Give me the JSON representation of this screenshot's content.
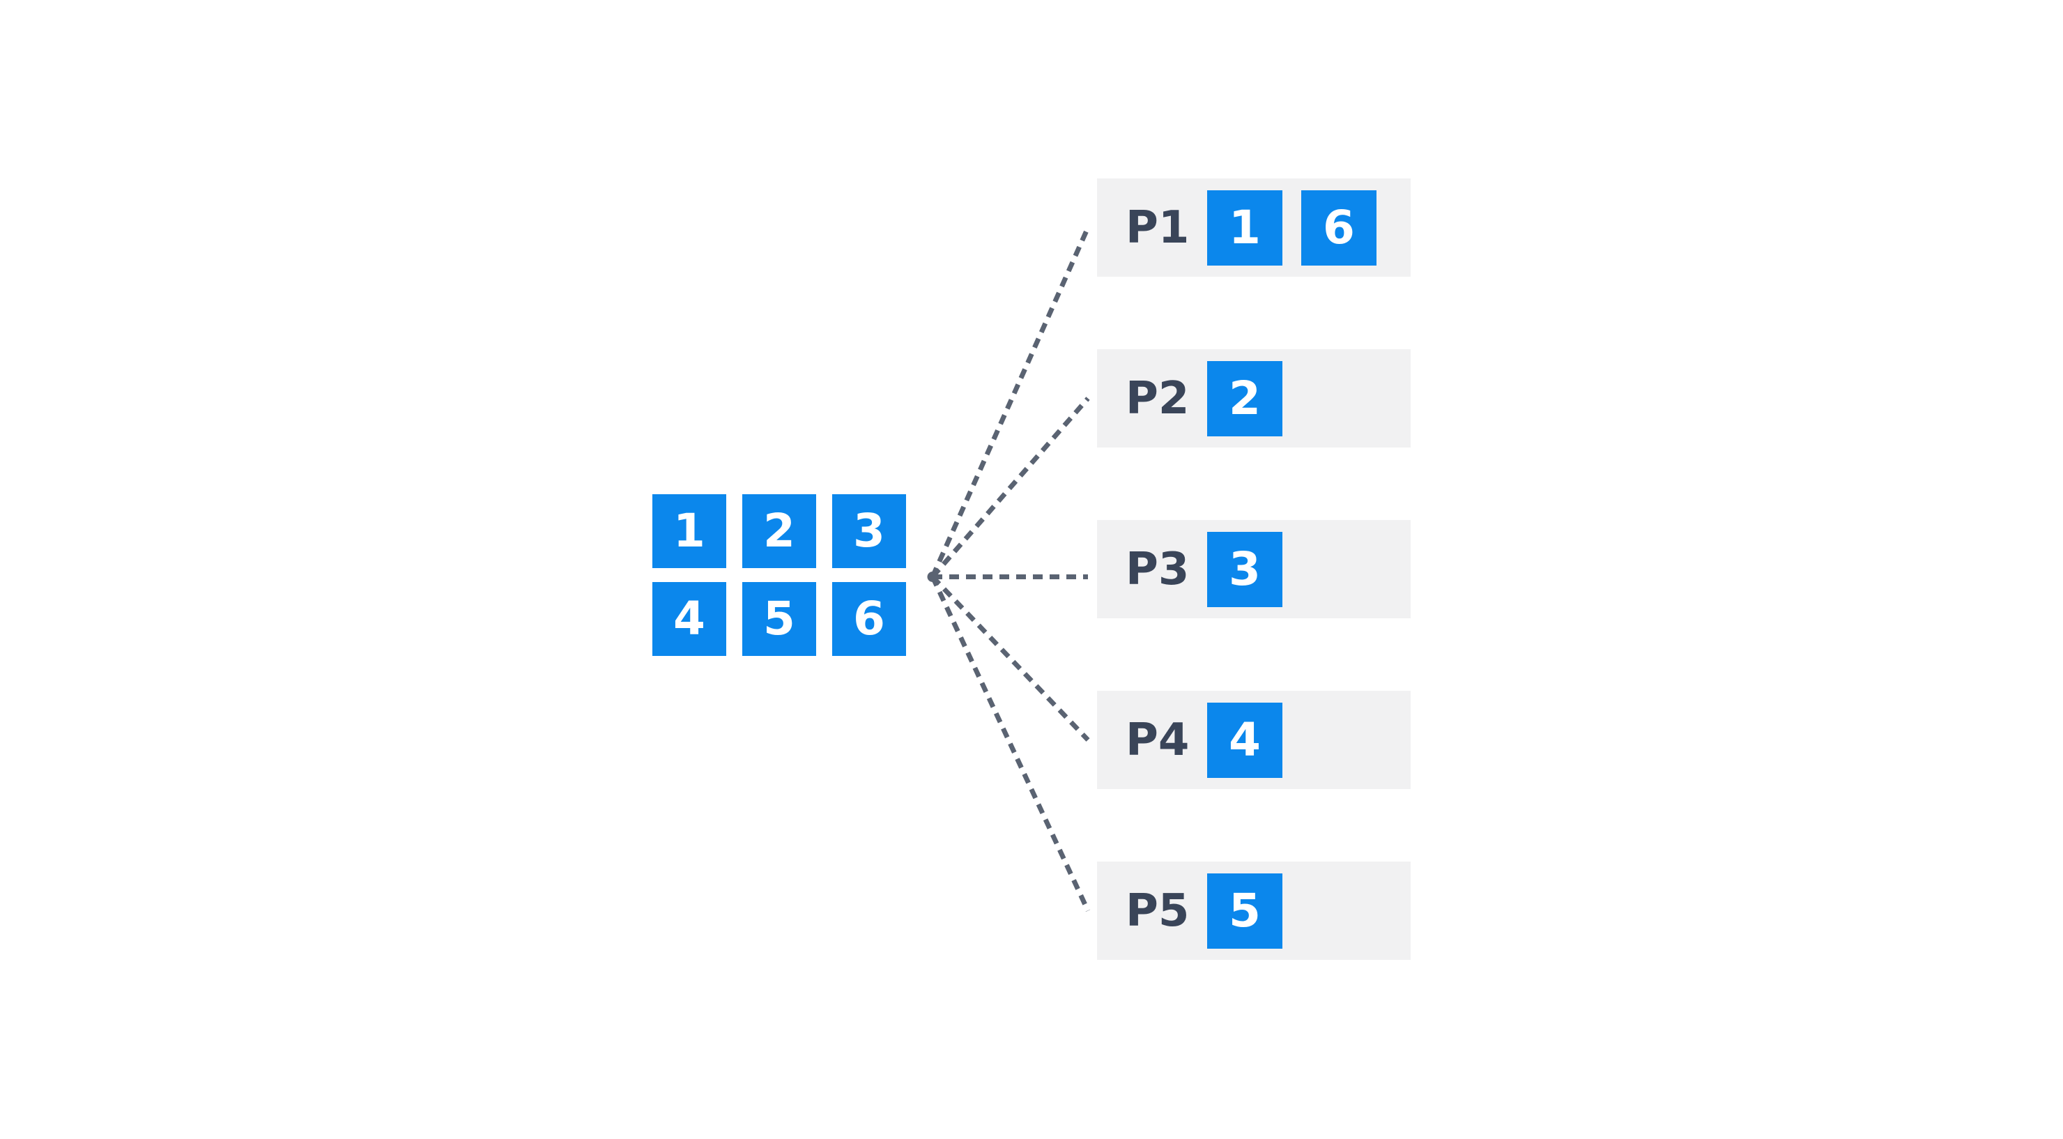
{
  "diagram": {
    "source_grid": {
      "rows": [
        [
          "1",
          "2",
          "3"
        ],
        [
          "4",
          "5",
          "6"
        ]
      ]
    },
    "processes": [
      {
        "label": "P1",
        "items": [
          "1",
          "6"
        ]
      },
      {
        "label": "P2",
        "items": [
          "2"
        ]
      },
      {
        "label": "P3",
        "items": [
          "3"
        ]
      },
      {
        "label": "P4",
        "items": [
          "4"
        ]
      },
      {
        "label": "P5",
        "items": [
          "5"
        ]
      }
    ]
  },
  "icons": {
    "fanout_origin_dot": "●"
  },
  "colors": {
    "accent_blue": "#0B87EC",
    "cell_text": "#FFFFFF",
    "process_label": "#3A4559",
    "row_background": "#F1F1F2",
    "connector": "#5A6372",
    "canvas_background": "#FFFFFF"
  }
}
